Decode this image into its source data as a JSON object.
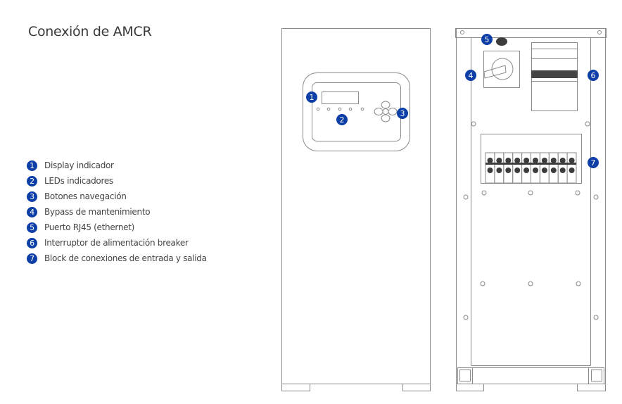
{
  "title": "Conexión de AMCR",
  "badge_color": "#0d3fa6",
  "legend": [
    {
      "num": "1",
      "label": "Display indicador"
    },
    {
      "num": "2",
      "label": "LEDs indicadores"
    },
    {
      "num": "3",
      "label": "Botones navegación"
    },
    {
      "num": "4",
      "label": "Bypass de mantenimiento"
    },
    {
      "num": "5",
      "label": "Puerto RJ45 (ethernet)"
    },
    {
      "num": "6",
      "label": "Interruptor de alimentación breaker"
    },
    {
      "num": "7",
      "label": "Block de conexiones  de entrada y salida"
    }
  ]
}
